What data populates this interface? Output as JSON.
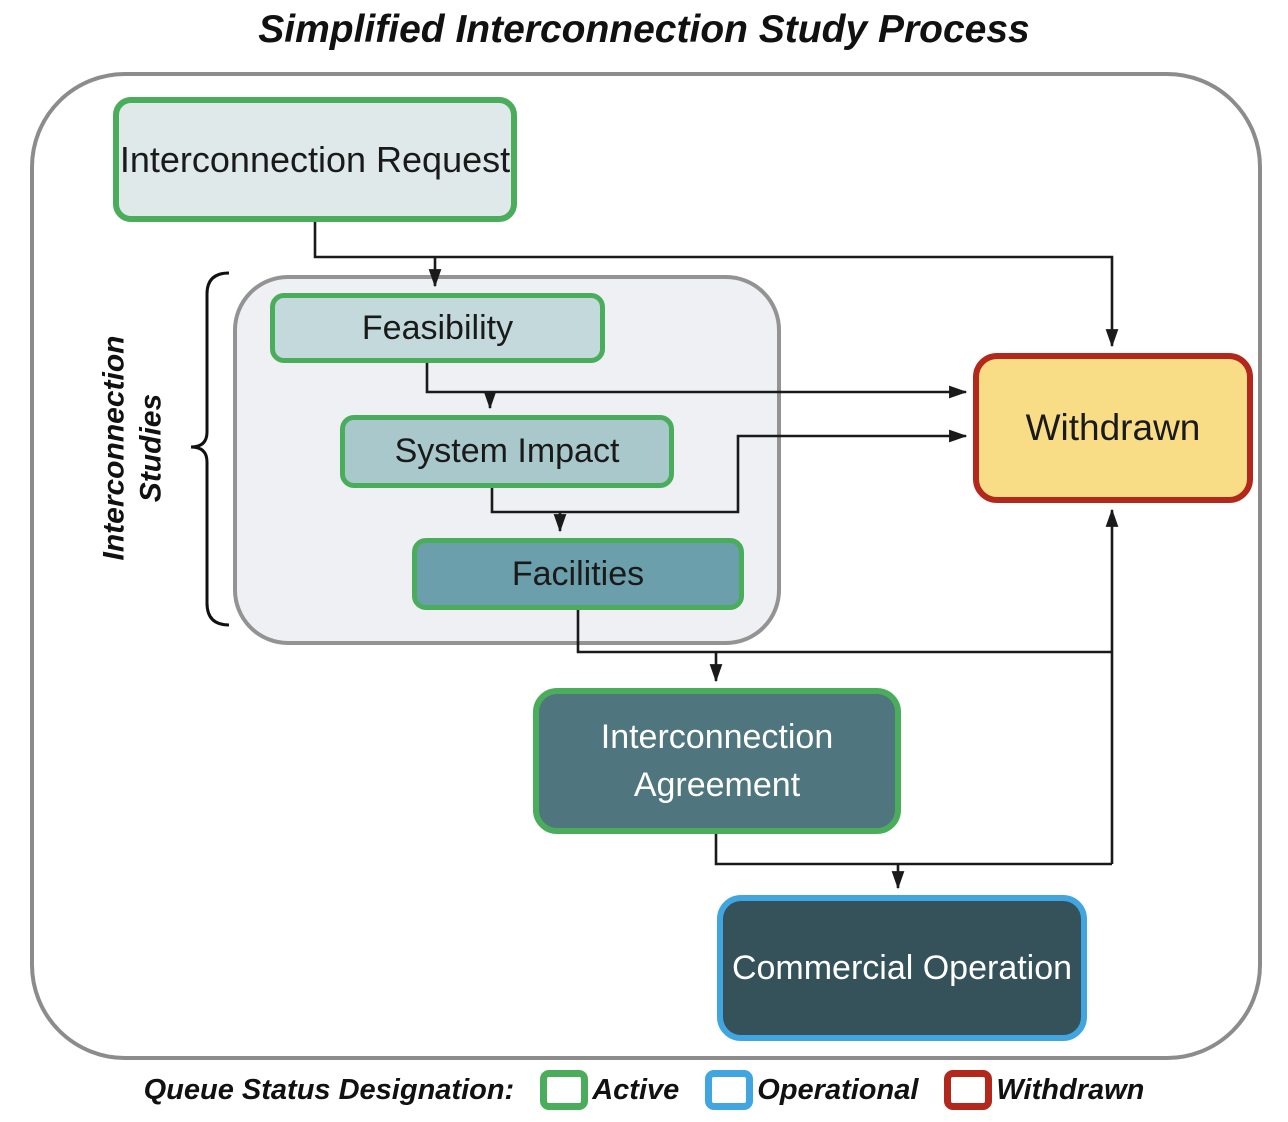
{
  "title": "Simplified Interconnection Study Process",
  "brace": {
    "label_line1": "Interconnection",
    "label_line2": "Studies"
  },
  "nodes": {
    "request": {
      "label": "Interconnection Request",
      "fill": "#dfe9e9",
      "border": "#4aad5c",
      "status": "Active"
    },
    "feasibility": {
      "label": "Feasibility",
      "fill": "#c3d9dc",
      "border": "#4aad5c",
      "status": "Active"
    },
    "system_impact": {
      "label": "System Impact",
      "fill": "#a9c8cc",
      "border": "#4aad5c",
      "status": "Active"
    },
    "facilities": {
      "label": "Facilities",
      "fill": "#6a9fab",
      "border": "#4aad5c",
      "status": "Active"
    },
    "withdrawn": {
      "label": "Withdrawn",
      "fill": "#f8dc86",
      "border": "#b2281c",
      "status": "Withdrawn"
    },
    "agreement": {
      "label": "Interconnection Agreement",
      "fill": "#4f767e",
      "border": "#4aad5c",
      "status": "Active"
    },
    "commercial": {
      "label": "Commercial Operation",
      "fill": "#35525b",
      "border": "#41a5e0",
      "status": "Operational"
    }
  },
  "connections": [
    {
      "from": "Interconnection Request",
      "to": "Feasibility"
    },
    {
      "from": "Interconnection Request",
      "to": "Withdrawn"
    },
    {
      "from": "Feasibility",
      "to": "System Impact"
    },
    {
      "from": "Feasibility",
      "to": "Withdrawn"
    },
    {
      "from": "System Impact",
      "to": "Facilities"
    },
    {
      "from": "System Impact",
      "to": "Withdrawn"
    },
    {
      "from": "Facilities",
      "to": "Interconnection Agreement"
    },
    {
      "from": "Facilities",
      "to": "Withdrawn"
    },
    {
      "from": "Interconnection Agreement",
      "to": "Commercial Operation"
    },
    {
      "from": "Interconnection Agreement",
      "to": "Withdrawn"
    }
  ],
  "legend": {
    "title": "Queue Status Designation:",
    "items": [
      {
        "label": "Active",
        "color": "#4aad5c"
      },
      {
        "label": "Operational",
        "color": "#41a5e0"
      },
      {
        "label": "Withdrawn",
        "color": "#b2281c"
      }
    ]
  },
  "colors": {
    "outer_frame_border": "#8c8c8c",
    "studies_frame_fill": "#eef0f4",
    "studies_frame_border": "#939393",
    "connector": "#1a1a1a",
    "background": "#ffffff"
  }
}
